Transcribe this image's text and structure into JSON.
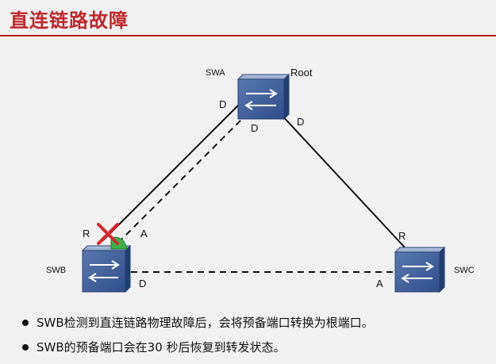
{
  "title": "直连链路故障",
  "switches": {
    "swa": {
      "name": "SWA",
      "role": "Root"
    },
    "swb": {
      "name": "SWB"
    },
    "swc": {
      "name": "SWC"
    }
  },
  "port_labels": {
    "swa_left": "D",
    "swa_mid": "D",
    "swa_right": "D",
    "swb_root": "R",
    "swb_alt": "A",
    "swb_right": "D",
    "swc_root": "R",
    "swc_alt": "A"
  },
  "bullets": [
    "SWB检测到直连链路物理故障后，会将预备端口转换为根端口。",
    "SWB的预备端口会在30 秒后恢复到转发状态。"
  ],
  "colors": {
    "title": "#c0262a",
    "failure_mark": "#d9262a",
    "port_highlight": "#3bb54a"
  }
}
